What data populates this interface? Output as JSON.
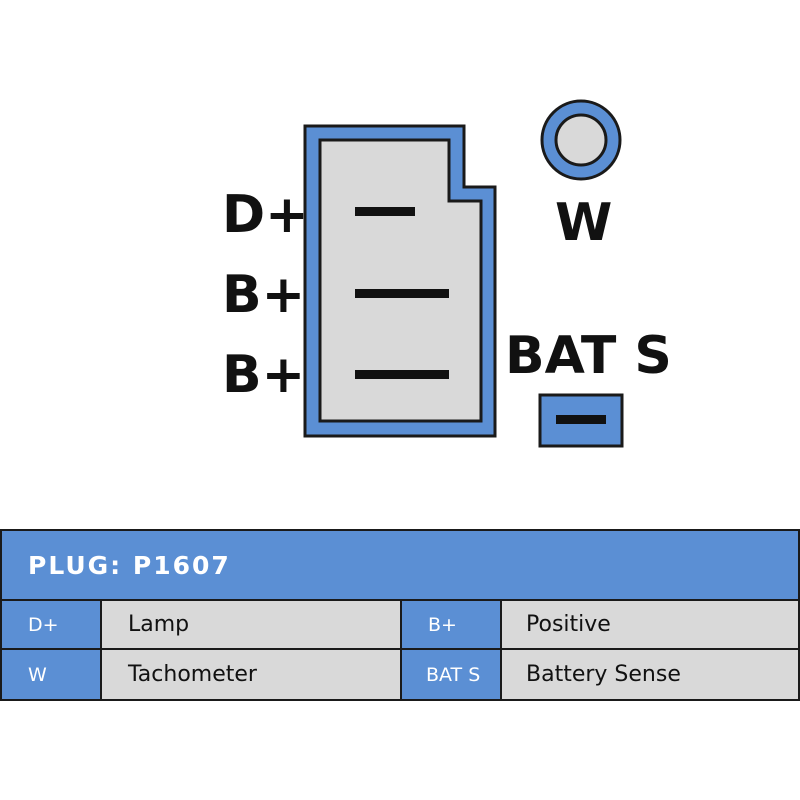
{
  "diagram": {
    "pins_left": [
      "D+",
      "B+",
      "B+"
    ],
    "pin_w": "W",
    "pin_bat_s": "BAT S"
  },
  "table": {
    "header": "PLUG: P1607",
    "rows": [
      [
        {
          "code": "D+",
          "desc": "Lamp"
        },
        {
          "code": "B+",
          "desc": "Positive"
        }
      ],
      [
        {
          "code": "W",
          "desc": "Tachometer"
        },
        {
          "code": "BAT S",
          "desc": "Battery Sense"
        }
      ]
    ]
  },
  "colors": {
    "blue": "#5b8fd4",
    "gray": "#d9d9d9",
    "outline": "#1a1a1a"
  }
}
